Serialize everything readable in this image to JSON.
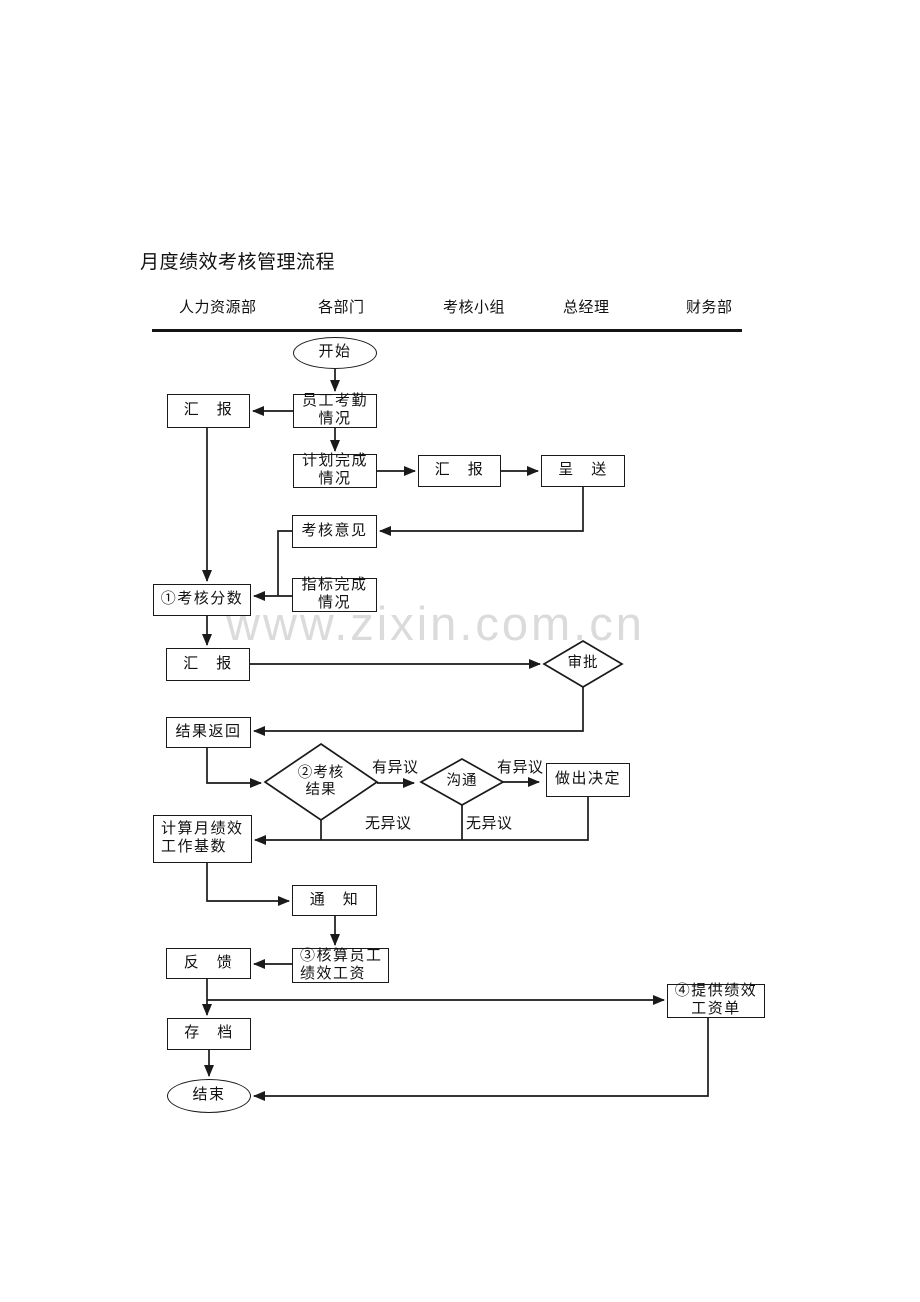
{
  "page": {
    "title": "月度绩效考核管理流程"
  },
  "watermark": {
    "text": "www.zixin.com.cn"
  },
  "lanes": [
    {
      "label": "人力资源部"
    },
    {
      "label": "各部门"
    },
    {
      "label": "考核小组"
    },
    {
      "label": "总经理"
    },
    {
      "label": "财务部"
    }
  ],
  "flowchart": {
    "nodes": {
      "start": {
        "label": "开始",
        "shape": "ellipse"
      },
      "report1": {
        "label": "汇　报",
        "shape": "rect"
      },
      "attendance": {
        "label": "员工考勤\n情况",
        "shape": "rect"
      },
      "plan_completion": {
        "label": "计划完成\n情况",
        "shape": "rect"
      },
      "report2": {
        "label": "汇　报",
        "shape": "rect"
      },
      "submit": {
        "label": "呈　送",
        "shape": "rect"
      },
      "assessment_opinion": {
        "label": "考核意见",
        "shape": "rect"
      },
      "indicator_completion": {
        "label": "指标完成\n情况",
        "shape": "rect"
      },
      "assessment_score": {
        "label": "①考核分数",
        "shape": "rect"
      },
      "report3": {
        "label": "汇　报",
        "shape": "rect"
      },
      "approve": {
        "label": "审批",
        "shape": "diamond"
      },
      "result_return": {
        "label": "结果返回",
        "shape": "rect"
      },
      "assessment_result": {
        "label": "②考核\n结果",
        "shape": "diamond"
      },
      "communicate": {
        "label": "沟通",
        "shape": "diamond"
      },
      "make_decision": {
        "label": "做出决定",
        "shape": "rect"
      },
      "calc_base": {
        "label": "计算月绩效\n工作基数",
        "shape": "rect"
      },
      "notify": {
        "label": "通　知",
        "shape": "rect"
      },
      "feedback": {
        "label": "反　馈",
        "shape": "rect"
      },
      "calc_salary": {
        "label": "③核算员工\n绩效工资",
        "shape": "rect"
      },
      "provide_payslip": {
        "label": "④提供绩效\n工资单",
        "shape": "rect"
      },
      "archive": {
        "label": "存　档",
        "shape": "rect"
      },
      "end": {
        "label": "结束",
        "shape": "ellipse"
      }
    },
    "edge_labels": {
      "objection_1": "有异议",
      "objection_2": "有异议",
      "no_objection_1": "无异议",
      "no_objection_2": "无异议"
    }
  },
  "colors": {
    "line": "#1a1a1a",
    "watermark": "#dbdbdb"
  }
}
